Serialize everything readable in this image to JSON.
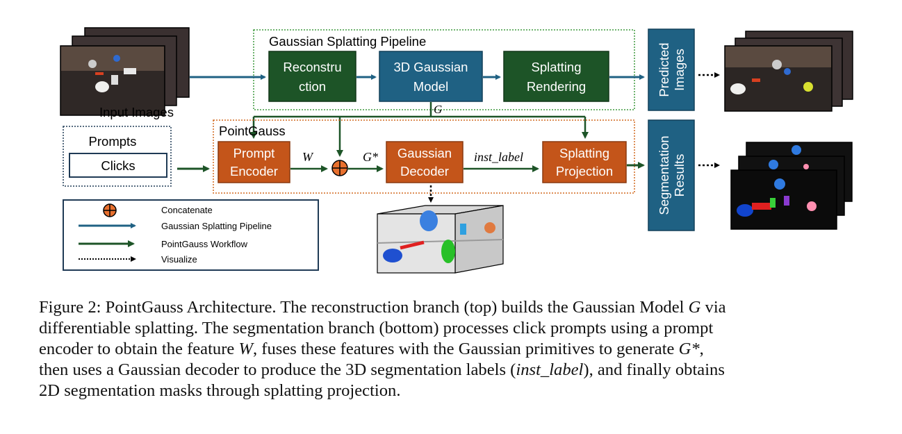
{
  "diagram": {
    "pipeline": {
      "title": "Gaussian Splatting Pipeline",
      "reconstruction_1": "Reconstru",
      "reconstruction_2": "ction",
      "model_1": "3D Gaussian",
      "model_2": "Model",
      "rendering_1": "Splatting",
      "rendering_2": "Rendering",
      "g_label": "G"
    },
    "pointgauss": {
      "title": "PointGauss",
      "encoder_1": "Prompt",
      "encoder_2": "Encoder",
      "w_label": "W",
      "gstar_label": "G*",
      "decoder_1": "Gaussian",
      "decoder_2": "Decoder",
      "inst_label": "inst_label",
      "projection_1": "Splatting",
      "projection_2": "Projection"
    },
    "inputs": {
      "input_images_label": "Input  Images",
      "prompts_label": "Prompts",
      "clicks_label": "Clicks"
    },
    "outputs": {
      "predicted_1": "Predicted",
      "predicted_2": "Images",
      "segmentation_1": "Segmentation",
      "segmentation_2": "Results"
    },
    "legend": {
      "concatenate": "Concatenate",
      "pipeline": "Gaussian Splatting Pipeline",
      "workflow": "PointGauss Workflow",
      "visualize": "Visualize"
    },
    "colors": {
      "blue": "#1f6183",
      "green": "#1d5427",
      "orange": "#c4551a",
      "dashed_green": "#3f9a3f",
      "dashed_orange": "#d2691e"
    }
  },
  "caption": {
    "line1": "Figure 2: PointGauss Architecture. The reconstruction branch (top) builds the Gaussian Model ",
    "line1_var": "G",
    "line1_end": " via",
    "line2": "differentiable splatting. The segmentation branch (bottom) processes click prompts using a prompt",
    "line3": "encoder to obtain the feature ",
    "line3_var1": "W",
    "line3_mid": ", fuses these features with the Gaussian primitives to generate ",
    "line3_var2": "G*",
    "line3_end": ",",
    "line4": "then uses a Gaussian decoder to produce the 3D segmentation labels (",
    "line4_var": "inst_label",
    "line4_end": "), and finally obtains",
    "line5": "2D segmentation masks through splatting projection."
  }
}
